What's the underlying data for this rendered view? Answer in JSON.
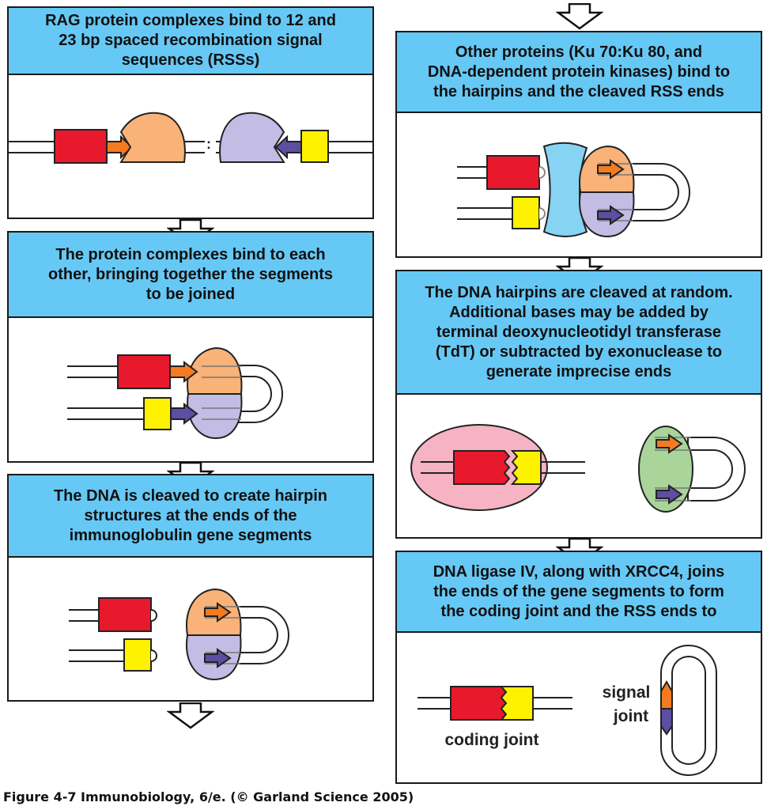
{
  "panels": {
    "step1": {
      "text": "RAG protein complexes bind to 12 and\n23 bp spaced recombination signal\nsequences (RSSs)"
    },
    "step2": {
      "text": "The protein complexes bind to each\nother, bringing together the segments\nto be joined"
    },
    "step3": {
      "text": "The DNA is cleaved to create hairpin\nstructures at the ends of the\nimmunoglobulin gene segments"
    },
    "step4": {
      "text": "Other proteins (Ku 70:Ku 80, and\nDNA-dependent protein kinases) bind to\nthe hairpins and the cleaved RSS ends"
    },
    "step5": {
      "text": "The DNA hairpins are cleaved at random.\nAdditional bases may be added by\nterminal  deoxynucleotidyl transferase\n(TdT) or subtracted by exonuclease to\ngenerate imprecise ends"
    },
    "step6": {
      "text": "DNA ligase IV, along with XRCC4, joins\nthe ends of the gene segments to form\nthe coding joint and the RSS ends to"
    }
  },
  "labels": {
    "signal": "signal",
    "joint": "joint",
    "coding_joint": "coding joint"
  },
  "caption": "Figure 4-7  Immunobiology, 6/e. (© Garland Science 2005)",
  "colors": {
    "header": "#66c8f5",
    "v_segment": "#e8192c",
    "j_segment": "#fff200",
    "rag_orange": "#f9b277",
    "rag_lavender": "#c3bce4",
    "rss_arrow_orange": "#f47b20",
    "rss_arrow_purple": "#5b4ea3",
    "ku_blue": "#86d3f4",
    "nuclease_pink": "#f5b3c4",
    "ligase_green": "#a9d49a"
  }
}
